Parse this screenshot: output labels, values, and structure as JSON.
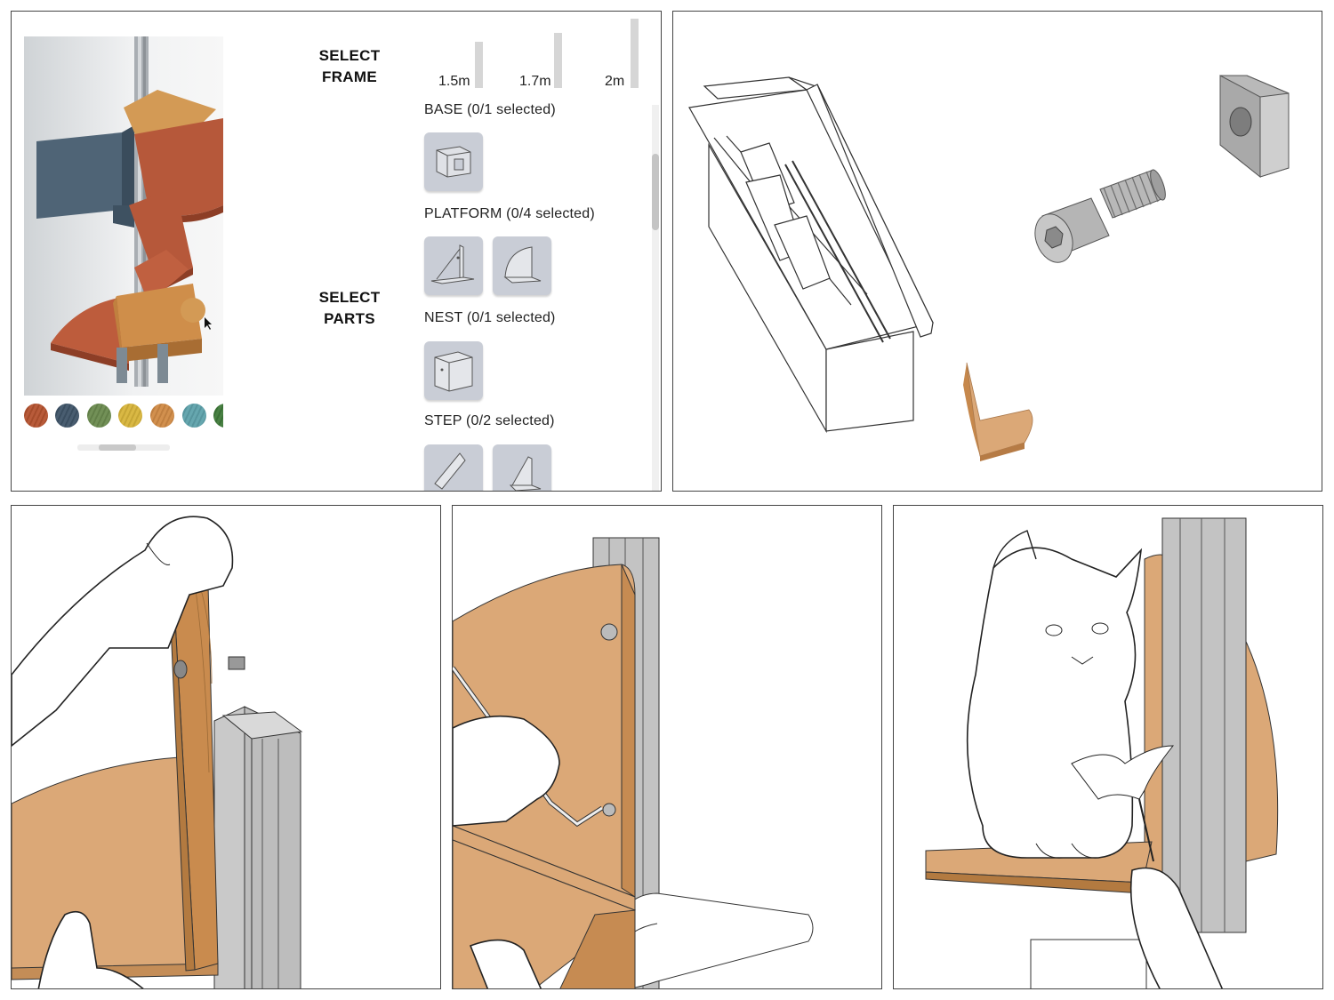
{
  "configurator": {
    "select_frame_label": "SELECT\nFRAME",
    "select_parts_label": "SELECT\nPARTS",
    "frame_options": [
      {
        "label": "1.5m",
        "size": 1.5
      },
      {
        "label": "1.7m",
        "size": 1.7
      },
      {
        "label": "2m",
        "size": 2.0
      }
    ],
    "sections": [
      {
        "label": "BASE (0/1 selected)",
        "parts": [
          "base-part-icon"
        ]
      },
      {
        "label": "PLATFORM (0/4 selected)",
        "parts": [
          "platform-l-bracket-icon",
          "platform-quarter-round-icon"
        ]
      },
      {
        "label": "NEST (0/1 selected)",
        "parts": [
          "nest-box-icon"
        ]
      },
      {
        "label": "STEP (0/2 selected)",
        "parts": [
          "step-angled-icon",
          "step-triangle-icon"
        ]
      }
    ],
    "color_swatches": [
      "#b4522f",
      "#3f5468",
      "#6a8a4e",
      "#d7b43a",
      "#d08a45",
      "#5ea2ab",
      "#3f7a3a"
    ],
    "preview_icon": "cat-tree-3d-preview-icon"
  },
  "panels": {
    "box": "packaging-box-with-bolt-and-tnut-illustration",
    "step1": "hands-attaching-wood-panel-to-aluminum-profile-illustration",
    "step2": "hand-tightening-bolt-with-hex-key-illustration",
    "step3": "cat-sitting-on-platform-with-feather-toy-illustration"
  },
  "colors": {
    "wood": "#dba877",
    "aluminum": "#c9c9c9",
    "part_tile": "#c9cdd6"
  }
}
